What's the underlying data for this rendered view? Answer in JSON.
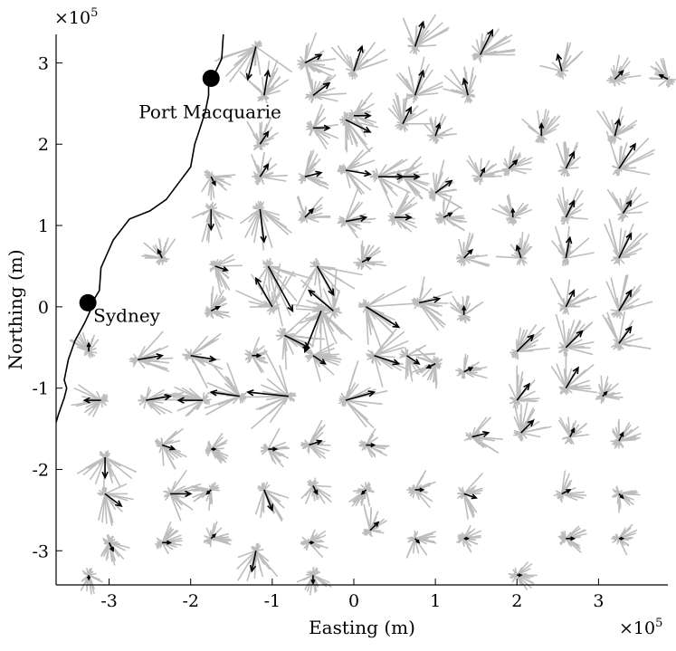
{
  "chart_data": {
    "type": "scatter",
    "xlabel": "Easting (m)",
    "ylabel": "Northing (m)",
    "xlim": [
      -3.65,
      3.85
    ],
    "ylim": [
      -3.42,
      3.35
    ],
    "axis_multiplier": "×10",
    "axis_multiplier_exp": "5",
    "xticks": [
      -3,
      -2,
      -1,
      0,
      1,
      2,
      3
    ],
    "yticks": [
      -3,
      -2,
      -1,
      0,
      1,
      2,
      3
    ],
    "grid": false,
    "colors": {
      "coast": "#000000",
      "spread": "#bdbdbd",
      "mean_vector": "#000000",
      "city": "#000000"
    },
    "coastline": [
      [
        -1.6,
        3.35
      ],
      [
        -1.62,
        3.05
      ],
      [
        -1.7,
        2.88
      ],
      [
        -1.78,
        2.8
      ],
      [
        -1.78,
        2.6
      ],
      [
        -1.82,
        2.4
      ],
      [
        -1.9,
        2.15
      ],
      [
        -1.95,
        2.0
      ],
      [
        -2.0,
        1.72
      ],
      [
        -2.15,
        1.52
      ],
      [
        -2.3,
        1.32
      ],
      [
        -2.5,
        1.18
      ],
      [
        -2.75,
        1.08
      ],
      [
        -2.95,
        0.82
      ],
      [
        -3.1,
        0.48
      ],
      [
        -3.12,
        0.2
      ],
      [
        -3.18,
        0.1
      ],
      [
        -3.2,
        0.02
      ],
      [
        -3.3,
        -0.2
      ],
      [
        -3.42,
        -0.42
      ],
      [
        -3.5,
        -0.65
      ],
      [
        -3.55,
        -0.9
      ],
      [
        -3.52,
        -1.0
      ],
      [
        -3.55,
        -1.12
      ],
      [
        -3.62,
        -1.32
      ],
      [
        -3.65,
        -1.42
      ]
    ],
    "cities": [
      {
        "name": "Port Macquarie",
        "x": -1.75,
        "y": 2.81
      },
      {
        "name": "Sydney",
        "x": -3.26,
        "y": 0.05
      }
    ],
    "series": [
      {
        "type": "quiver",
        "vectors": [
          [
            -1.2,
            3.2,
            -0.1,
            -0.4
          ],
          [
            -0.6,
            3.0,
            0.2,
            0.1
          ],
          [
            0.0,
            2.9,
            0.1,
            0.3
          ],
          [
            0.75,
            3.2,
            0.1,
            0.3
          ],
          [
            1.55,
            3.1,
            0.15,
            0.3
          ],
          [
            2.55,
            2.9,
            -0.05,
            0.2
          ],
          [
            3.2,
            2.8,
            0.1,
            0.1
          ],
          [
            3.85,
            2.8,
            -0.1,
            0.05
          ],
          [
            -1.1,
            2.6,
            0.05,
            0.3
          ],
          [
            -0.5,
            2.6,
            0.2,
            0.15
          ],
          [
            0.75,
            2.6,
            0.1,
            0.3
          ],
          [
            1.4,
            2.6,
            -0.05,
            0.2
          ],
          [
            0.0,
            2.35,
            0.2,
            0.0
          ],
          [
            -0.1,
            2.3,
            0.3,
            -0.15
          ],
          [
            -1.15,
            2.0,
            0.1,
            0.15
          ],
          [
            -0.5,
            2.2,
            0.2,
            0.0
          ],
          [
            0.6,
            2.25,
            0.1,
            0.2
          ],
          [
            1.0,
            2.1,
            0.05,
            0.15
          ],
          [
            2.3,
            2.1,
            0.0,
            0.15
          ],
          [
            3.2,
            2.1,
            0.05,
            0.2
          ],
          [
            -1.75,
            1.6,
            0.05,
            -0.1
          ],
          [
            -1.15,
            1.6,
            0.1,
            0.15
          ],
          [
            -0.6,
            1.6,
            0.2,
            0.05
          ],
          [
            -0.1,
            1.68,
            0.3,
            -0.05
          ],
          [
            0.3,
            1.6,
            0.3,
            0.0
          ],
          [
            0.6,
            1.6,
            0.2,
            0.0
          ],
          [
            1.0,
            1.4,
            0.2,
            0.15
          ],
          [
            1.55,
            1.6,
            0.05,
            0.1
          ],
          [
            1.9,
            1.7,
            0.1,
            0.1
          ],
          [
            2.6,
            1.7,
            0.1,
            0.2
          ],
          [
            3.25,
            1.7,
            0.2,
            0.3
          ],
          [
            -1.75,
            1.2,
            0.0,
            -0.25
          ],
          [
            -1.15,
            1.2,
            0.05,
            -0.4
          ],
          [
            -0.6,
            1.1,
            0.1,
            0.1
          ],
          [
            -0.1,
            1.05,
            0.25,
            0.05
          ],
          [
            0.5,
            1.1,
            0.2,
            0.0
          ],
          [
            1.1,
            1.1,
            0.1,
            0.05
          ],
          [
            1.95,
            1.1,
            0.0,
            0.1
          ],
          [
            2.6,
            1.1,
            0.1,
            0.2
          ],
          [
            3.3,
            1.15,
            0.1,
            0.15
          ],
          [
            -2.35,
            0.6,
            -0.05,
            0.1
          ],
          [
            -1.7,
            0.5,
            0.15,
            -0.05
          ],
          [
            -1.05,
            0.5,
            0.3,
            -0.55
          ],
          [
            -0.45,
            0.5,
            0.2,
            -0.35
          ],
          [
            0.1,
            0.55,
            0.1,
            0.05
          ],
          [
            1.35,
            0.6,
            0.1,
            0.1
          ],
          [
            2.05,
            0.6,
            -0.05,
            0.15
          ],
          [
            2.6,
            0.6,
            0.05,
            0.25
          ],
          [
            3.25,
            0.6,
            0.15,
            0.3
          ],
          [
            -1.75,
            -0.05,
            0.1,
            0.05
          ],
          [
            -1.0,
            0.0,
            -0.2,
            0.35
          ],
          [
            -0.25,
            -0.05,
            -0.3,
            0.25
          ],
          [
            0.15,
            0.0,
            0.4,
            -0.25
          ],
          [
            0.8,
            0.05,
            0.25,
            0.05
          ],
          [
            1.35,
            -0.1,
            0.0,
            0.1
          ],
          [
            2.6,
            -0.0,
            0.1,
            0.2
          ],
          [
            3.25,
            -0.05,
            0.15,
            0.25
          ],
          [
            -3.25,
            -0.55,
            0.0,
            0.1
          ],
          [
            -2.65,
            -0.65,
            0.3,
            0.05
          ],
          [
            -2.0,
            -0.6,
            0.3,
            -0.05
          ],
          [
            -1.25,
            -0.6,
            0.1,
            0.0
          ],
          [
            -0.85,
            -0.35,
            0.3,
            -0.15
          ],
          [
            -0.5,
            -0.6,
            0.15,
            -0.1
          ],
          [
            -0.4,
            -0.05,
            -0.2,
            -0.5
          ],
          [
            0.25,
            -0.6,
            0.3,
            -0.1
          ],
          [
            0.65,
            -0.6,
            0.15,
            -0.1
          ],
          [
            1.0,
            -0.7,
            -0.1,
            -0.05
          ],
          [
            1.35,
            -0.8,
            0.1,
            0.05
          ],
          [
            2.0,
            -0.55,
            0.2,
            0.2
          ],
          [
            2.6,
            -0.5,
            0.2,
            0.2
          ],
          [
            3.25,
            -0.45,
            0.15,
            0.2
          ],
          [
            -3.1,
            -1.15,
            -0.2,
            0.0
          ],
          [
            -2.55,
            -1.15,
            0.3,
            0.05
          ],
          [
            -1.85,
            -1.15,
            -0.3,
            0.0
          ],
          [
            -1.4,
            -1.1,
            -0.35,
            0.05
          ],
          [
            -0.8,
            -1.1,
            -0.5,
            0.05
          ],
          [
            -0.1,
            -1.15,
            0.35,
            0.1
          ],
          [
            2.0,
            -1.15,
            0.15,
            0.2
          ],
          [
            2.6,
            -1.0,
            0.15,
            0.25
          ],
          [
            3.05,
            -1.1,
            0.05,
            0.05
          ],
          [
            -3.05,
            -1.85,
            0.0,
            -0.25
          ],
          [
            -2.35,
            -1.7,
            0.15,
            -0.05
          ],
          [
            -1.75,
            -1.75,
            0.05,
            0.0
          ],
          [
            -1.05,
            -1.75,
            0.1,
            0.0
          ],
          [
            -0.55,
            -1.7,
            0.15,
            0.05
          ],
          [
            0.15,
            -1.7,
            0.1,
            0.0
          ],
          [
            1.45,
            -1.6,
            0.2,
            0.05
          ],
          [
            2.05,
            -1.55,
            0.15,
            0.15
          ],
          [
            2.65,
            -1.6,
            0.05,
            0.1
          ],
          [
            3.25,
            -1.65,
            0.05,
            0.1
          ],
          [
            -3.05,
            -2.3,
            0.2,
            -0.15
          ],
          [
            -2.25,
            -2.3,
            0.25,
            0.0
          ],
          [
            -1.75,
            -2.25,
            -0.05,
            -0.05
          ],
          [
            -1.1,
            -2.25,
            0.1,
            -0.25
          ],
          [
            -0.5,
            -2.2,
            0.05,
            -0.1
          ],
          [
            0.15,
            -2.25,
            -0.05,
            -0.05
          ],
          [
            0.75,
            -2.25,
            0.1,
            0.0
          ],
          [
            1.35,
            -2.3,
            0.15,
            -0.05
          ],
          [
            2.55,
            -2.3,
            0.1,
            0.05
          ],
          [
            3.25,
            -2.3,
            0.05,
            -0.05
          ],
          [
            -3.0,
            -2.9,
            0.05,
            -0.1
          ],
          [
            -2.35,
            -2.9,
            0.1,
            0.0
          ],
          [
            -1.75,
            -2.85,
            0.05,
            0.05
          ],
          [
            -1.2,
            -3.0,
            -0.05,
            -0.25
          ],
          [
            -0.55,
            -2.9,
            0.05,
            0.0
          ],
          [
            0.2,
            -2.75,
            0.1,
            0.1
          ],
          [
            0.75,
            -2.85,
            0.05,
            -0.05
          ],
          [
            1.35,
            -2.85,
            0.05,
            0.0
          ],
          [
            2.6,
            -2.85,
            0.1,
            0.0
          ],
          [
            3.25,
            -2.85,
            0.05,
            0.0
          ],
          [
            -3.25,
            -3.3,
            0.0,
            -0.05
          ],
          [
            -0.5,
            -3.3,
            0.0,
            -0.1
          ],
          [
            2.0,
            -3.3,
            0.05,
            0.0
          ]
        ]
      }
    ]
  }
}
